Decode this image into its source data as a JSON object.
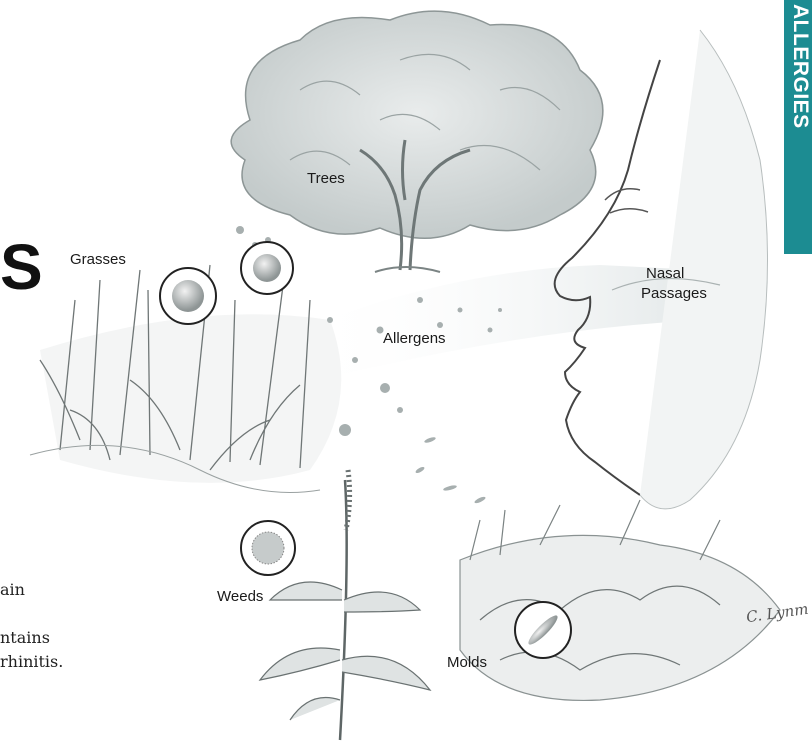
{
  "side_tab": {
    "text": "ALLERGIES",
    "color": "#1c8c92"
  },
  "heading_fragment": "S",
  "body_text": [
    "ain",
    "ntains",
    "rhinitis."
  ],
  "labels": {
    "trees": "Trees",
    "grasses": "Grasses",
    "nasal_1": "Nasal",
    "nasal_2": "Passages",
    "allergens": "Allergens",
    "weeds": "Weeds",
    "molds": "Molds"
  },
  "signature": "C. Lynm"
}
